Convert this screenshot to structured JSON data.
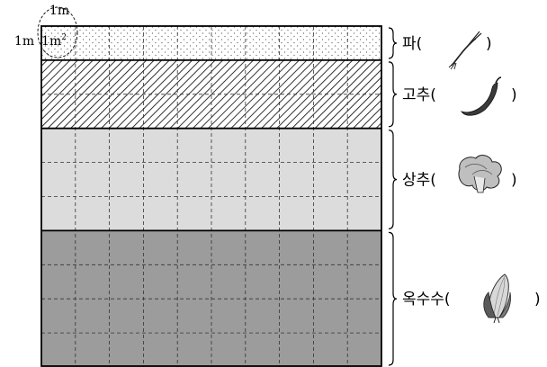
{
  "unit_cell": {
    "side_top_label": "1m",
    "side_left_label": "1m",
    "area_label": "1m",
    "area_sup": "2"
  },
  "grid": {
    "columns": 10,
    "total_rows": 10
  },
  "sections": [
    {
      "id": "pa",
      "crop": "파",
      "open": "(",
      "close": ")",
      "rows": 1,
      "pattern": "dots",
      "icon": "green-onion-icon"
    },
    {
      "id": "gochu",
      "crop": "고추",
      "open": "(",
      "close": ")",
      "rows": 2,
      "pattern": "diagonal-hatch",
      "icon": "chili-pepper-icon"
    },
    {
      "id": "sangchu",
      "crop": "상추",
      "open": "(",
      "close": ")",
      "rows": 3,
      "pattern": "light-gray",
      "icon": "lettuce-icon"
    },
    {
      "id": "oksusu",
      "crop": "옥수수",
      "open": "(",
      "close": ")",
      "rows": 4,
      "pattern": "dark-gray",
      "icon": "corn-icon"
    }
  ],
  "colors": {
    "light_gray": "#dcdcdc",
    "dark_gray": "#9c9c9c",
    "line": "#000000"
  }
}
